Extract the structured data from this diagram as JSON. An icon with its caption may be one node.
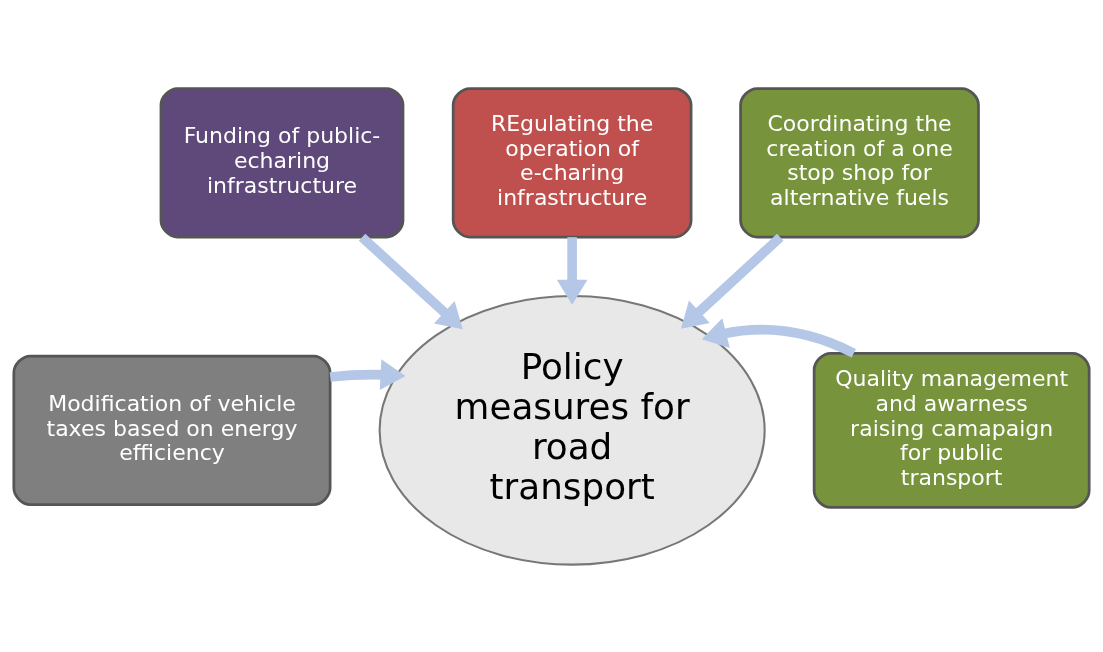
{
  "diagram": {
    "nodes": [
      {
        "text": [
          "REgulating the operation of e-charing infrastructure"
        ]
      },
      {
        "text": [
          "Funding of public-echaring infrastructure"
        ]
      },
      {
        "text": [
          "Coordinating the creation of a one stop shop for alternative fuels"
        ]
      },
      {
        "text": [
          "Modification of vehicle taxes based on energy efficiency"
        ]
      },
      {
        "text": [
          "Policy measures for road transport"
        ]
      },
      {
        "text": [
          "Quality management and awarness raising camapaign for public transport"
        ]
      }
    ],
    "edges": [
      {
        "from": 0,
        "to": 4,
        "arrow": "to"
      },
      {
        "from": 1,
        "to": 4,
        "arrow": "to"
      },
      {
        "from": 2,
        "to": 4,
        "arrow": "to"
      },
      {
        "from": 3,
        "to": 4,
        "arrow": "to"
      },
      {
        "from": 5,
        "to": 4,
        "arrow": "to"
      }
    ]
  }
}
